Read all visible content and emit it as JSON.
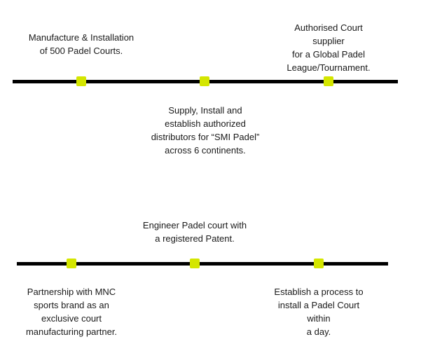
{
  "marker_color": "#d4e600",
  "timelines": [
    {
      "milestones": [
        {
          "text": "Manufacture & Installation\nof 500 Padel Courts.",
          "side": "above"
        },
        {
          "text": "Supply, Install and\nestablish authorized\ndistributors for “SMI Padel”\nacross 6 continents.",
          "side": "below"
        },
        {
          "text": "Authorised Court supplier\nfor a Global Padel\nLeague/Tournament.",
          "side": "above"
        }
      ]
    },
    {
      "milestones": [
        {
          "text": "Partnership with MNC\nsports brand as an\nexclusive court\nmanufacturing partner.",
          "side": "below"
        },
        {
          "text": "Engineer Padel court with\na registered Patent.",
          "side": "above"
        },
        {
          "text": "Establish a process to\ninstall a Padel Court within\na day.",
          "side": "below"
        }
      ]
    }
  ]
}
